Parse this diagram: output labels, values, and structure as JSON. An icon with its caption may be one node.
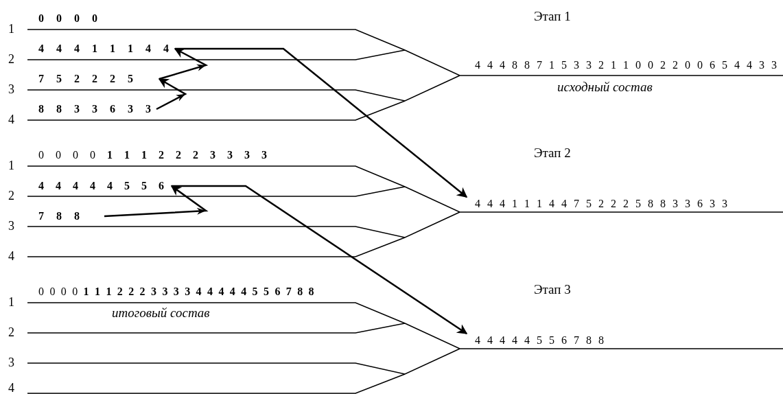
{
  "diagram": {
    "nodes": [
      {
        "text": [
          "4 4 4 1 1 1 4 4"
        ]
      },
      {
        "text": [
          "7 5 2 2 2 5"
        ]
      },
      {
        "text": [
          "8 8 3 3 6 3 3"
        ]
      },
      {
        "text": [
          "4 4 4 1 1 1 4 4 7 5 2 2 2 5 8 8 3 3 6 3 3"
        ]
      },
      {
        "text": [
          "4 4 4 4 4 5 5 6"
        ]
      },
      {
        "text": [
          "7 8 8"
        ]
      },
      {
        "text": [
          "4 4 4 4 4 5 5 6 7 8 8"
        ]
      }
    ],
    "edges": [
      {
        "from": 2,
        "to": 1,
        "arrow": "to"
      },
      {
        "from": 1,
        "to": 0,
        "arrow": "to"
      },
      {
        "from": 0,
        "to": 3,
        "arrow": "to"
      },
      {
        "from": 5,
        "to": 4,
        "arrow": "to"
      },
      {
        "from": 4,
        "to": 6,
        "arrow": "to"
      }
    ],
    "labels": [
      "Этап 1",
      "1",
      "0 0 0 0",
      "2",
      "3",
      "4",
      "4 4 4 8 8 7 1 5 3 3 2 1 1 0 0 2 2 0 0 6 5 4 4 3 3",
      "исходный состав",
      "Этап 2",
      "1",
      "0 0 0 0 **1 1 1 2 2 2 3 3 3 3**",
      "2",
      "3",
      "4",
      "Этап 3",
      "1",
      "0 0 0 0 **1 1 1 2 2 2 3 3 3 3 4 4 4 4 4 5 5 6 7 8 8**",
      "итоговый состав",
      "2",
      "3",
      "4"
    ]
  }
}
